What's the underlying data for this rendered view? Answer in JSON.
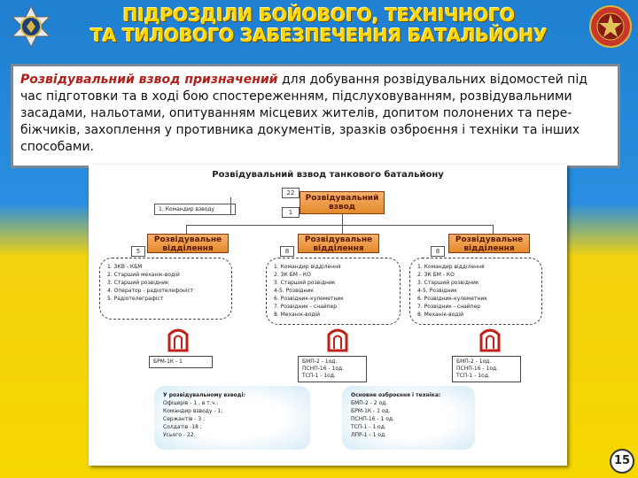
{
  "title": "ПІДРОЗДІЛИ БОЙОВОГО, ТЕХНІЧНОГО ТА ТИЛОВОГО ЗАБЕЗПЕЧЕННЯ БАТАЛЬЙОНУ",
  "title_line1": "ПІДРОЗДІЛИ БОЙОВОГО, ТЕХНІЧНОГО",
  "title_line2": "ТА ТИЛОВОГО ЗАБЕЗПЕЧЕННЯ БАТАЛЬЙОНУ",
  "intro": {
    "lead": "Розвідувальний взвод призначений",
    "rest": " для добування розвідувальних відомостей під час підготовки та в ході бою спостереженням, підслуховуванням, розвідувальними засадами, нальотами, опитуванням місцевих жителів, допитом полонених та пере-біжчиків, захоплення у противника документів, зразків озброєння і техніки та інших способами."
  },
  "diagram": {
    "title": "Розвідувальний взвод танкового батальйону",
    "platoon_label": "Розвідувальний взвод",
    "platoon_count": "22",
    "platoon_sub": "1",
    "commander_note": "1. Командир взводу",
    "sections": [
      {
        "label": "Розвідувальне відділення",
        "count": "5",
        "items": [
          "1. ЗКВ - КБМ",
          "2. Старший механік-водій",
          "3. Старший розвідник",
          "4. Оператор - радіотелефоніст",
          "5. Радіотелеграфіст"
        ],
        "equipment": [
          "БРМ-1К - 1"
        ]
      },
      {
        "label": "Розвідувальне відділення",
        "count": "8",
        "items": [
          "1. Командир відділення",
          "2. ЗК БМ - КО",
          "3. Старший розвідник",
          "4-5. Розвідник",
          "6. Розвідник-кулеметник",
          "7. Розвідник - снайпер",
          "8. Механік-водій"
        ],
        "equipment": [
          "БМП-2  - 1од.",
          "ПСНП-16  - 1од.",
          "ТСП-1  - 1од."
        ]
      },
      {
        "label": "Розвідувальне відділення",
        "count": "8",
        "items": [
          "1. Командир відділення",
          "2. ЗК БМ - КО",
          "3. Старший розвідник",
          "4-5. Розвідник",
          "6. Розвідник-кулеметник",
          "7. Розвідник - снайпер",
          "8. Механік-водій"
        ],
        "equipment": [
          "БМП-2  - 1од.",
          "ПСНП-16  - 1од.",
          "ТСП-1  - 1од."
        ]
      }
    ],
    "summary_personnel": {
      "heading": "У розвідувальному взводі:",
      "lines": [
        "Офіцерів - 1 , в т.ч.:",
        "Командир взводу - 1;",
        "Сержантів - 3 ;",
        "Солдатів -18 ;",
        "Усього - 22."
      ]
    },
    "summary_weapons": {
      "heading": "Основне озброєння і техніка:",
      "lines": [
        "БМП-2 - 2 од.",
        "БРМ-1К - 1 од.",
        "ПСНП-16 - 1 од.",
        "ТСП-1 - 1 од.",
        "ЛПР-1 - 1 од."
      ]
    }
  },
  "page_number": "15",
  "colors": {
    "title": "#ffd800",
    "box_fill": "#e48a2c",
    "lead_text": "#b0201b",
    "sky": "#2a8fe0",
    "field": "#f6d800"
  }
}
